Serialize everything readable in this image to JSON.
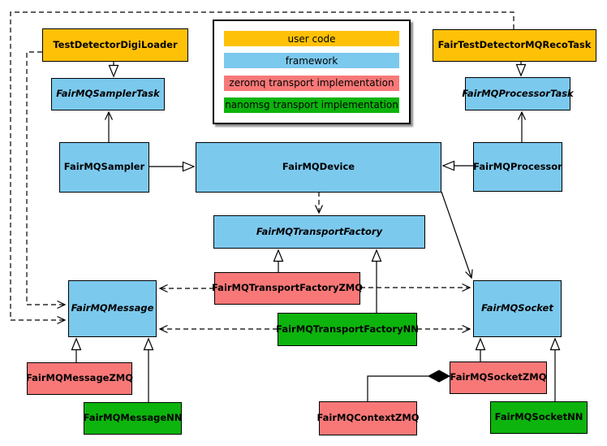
{
  "colors": {
    "user_code": "#FFC107",
    "framework": "#7CC9EE",
    "zeromq": "#F87878",
    "nanomsg": "#0DB40D",
    "edge": "#000000"
  },
  "legend": {
    "items": [
      {
        "label": "user code",
        "color": "#FFC107"
      },
      {
        "label": "framework",
        "color": "#7CC9EE"
      },
      {
        "label": "zeromq transport implementation",
        "color": "#F87878"
      },
      {
        "label": "nanomsg transport implementation",
        "color": "#0DB40D"
      }
    ]
  },
  "nodes": {
    "testDetectorDigiLoader": {
      "label": "TestDetectorDigiLoader",
      "color": "#FFC107"
    },
    "fairTestDetectorMQRecoTask": {
      "label": "FairTestDetectorMQRecoTask",
      "color": "#FFC107"
    },
    "fairMQSamplerTask": {
      "label": "FairMQSamplerTask",
      "color": "#7CC9EE"
    },
    "fairMQProcessorTask": {
      "label": "FairMQProcessorTask",
      "color": "#7CC9EE"
    },
    "fairMQSampler": {
      "label": "FairMQSampler",
      "color": "#7CC9EE"
    },
    "fairMQDevice": {
      "label": "FairMQDevice",
      "color": "#7CC9EE"
    },
    "fairMQProcessor": {
      "label": "FairMQProcessor",
      "color": "#7CC9EE"
    },
    "fairMQTransportFactory": {
      "label": "FairMQTransportFactory",
      "color": "#7CC9EE"
    },
    "fairMQTransportFactoryZMQ": {
      "label": "FairMQTransportFactoryZMQ",
      "color": "#F87878"
    },
    "fairMQTransportFactoryNN": {
      "label": "FairMQTransportFactoryNN",
      "color": "#0DB40D"
    },
    "fairMQMessage": {
      "label": "FairMQMessage",
      "color": "#7CC9EE"
    },
    "fairMQSocket": {
      "label": "FairMQSocket",
      "color": "#7CC9EE"
    },
    "fairMQMessageZMQ": {
      "label": "FairMQMessageZMQ",
      "color": "#F87878"
    },
    "fairMQMessageNN": {
      "label": "FairMQMessageNN",
      "color": "#0DB40D"
    },
    "fairMQContextZMQ": {
      "label": "FairMQContextZMQ",
      "color": "#F87878"
    },
    "fairMQSocketZMQ": {
      "label": "FairMQSocketZMQ",
      "color": "#F87878"
    },
    "fairMQSocketNN": {
      "label": "FairMQSocketNN",
      "color": "#0DB40D"
    }
  }
}
